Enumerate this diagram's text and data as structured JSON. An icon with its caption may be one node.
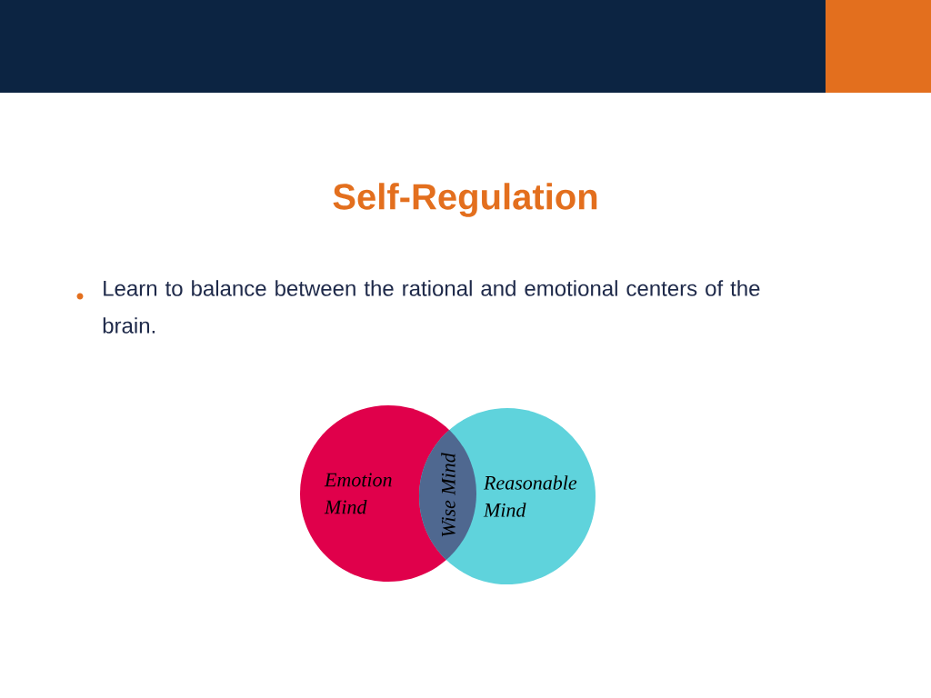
{
  "diagram": {
    "title": "Self-Regulation",
    "nodes": [
      {
        "text": [
          "Emotion Mind"
        ]
      },
      {
        "text": [
          "Reasonable Mind"
        ]
      },
      {
        "text": [
          "Wise Mind"
        ]
      }
    ],
    "labels": [
      "Learn to balance between the rational and emotional centers of the brain."
    ]
  }
}
